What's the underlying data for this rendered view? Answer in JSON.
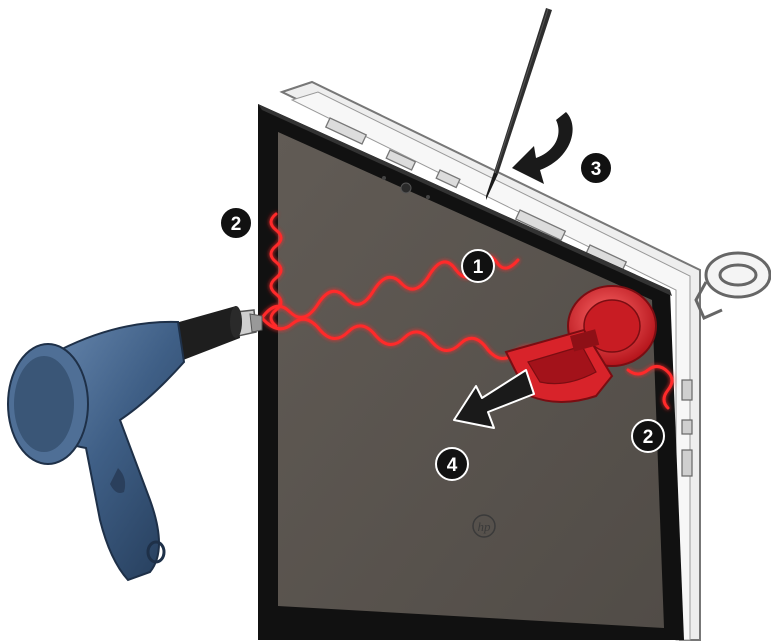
{
  "figure": {
    "callouts": [
      {
        "id": "c1",
        "label": "1"
      },
      {
        "id": "c2a",
        "label": "2"
      },
      {
        "id": "c2b",
        "label": "2"
      },
      {
        "id": "c3",
        "label": "3"
      },
      {
        "id": "c4",
        "label": "4"
      }
    ],
    "colors": {
      "panel": "#5a5550",
      "bezel": "#111111",
      "chassis": "#e8e8e8",
      "heat": "#ff2a2a",
      "suction_cup": "#d8232a",
      "heat_gun": "#3f5f86",
      "arrow": "#1a1a1a"
    },
    "icons": [
      "hp-logo-icon",
      "heat-gun-icon",
      "suction-cup-icon",
      "pry-tool-icon",
      "arrow-icon"
    ]
  }
}
